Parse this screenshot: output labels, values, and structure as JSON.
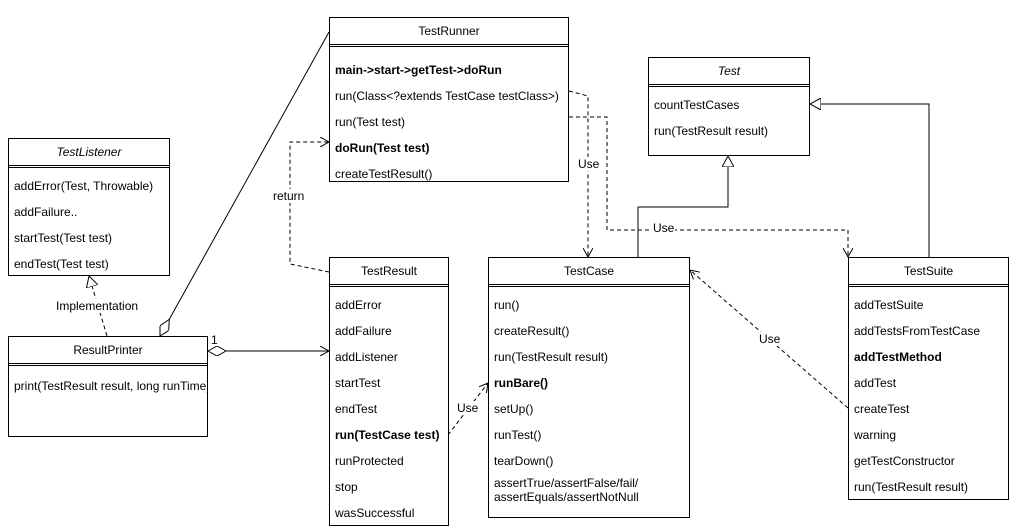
{
  "classes": {
    "test_runner": {
      "name": "TestRunner",
      "items": [
        {
          "text": "main->start->getTest->doRun",
          "bold": true
        },
        {
          "text": "run(Class<?extends TestCase testClass>)",
          "bold": false
        },
        {
          "text": "run(Test test)",
          "bold": false
        },
        {
          "text": "doRun(Test test)",
          "bold": true
        },
        {
          "text": "createTestResult()",
          "bold": false
        }
      ]
    },
    "test": {
      "name": "Test",
      "items": [
        {
          "text": "countTestCases",
          "bold": false
        },
        {
          "text": "run(TestResult result)",
          "bold": false
        }
      ]
    },
    "test_listener": {
      "name": "TestListener",
      "items": [
        {
          "text": "addError(Test, Throwable)",
          "bold": false
        },
        {
          "text": "addFailure..",
          "bold": false
        },
        {
          "text": "startTest(Test test)",
          "bold": false
        },
        {
          "text": "endTest(Test test)",
          "bold": false
        }
      ]
    },
    "result_printer": {
      "name": "ResultPrinter",
      "items": [
        {
          "text": "print(TestResult result, long runTime)",
          "bold": false
        }
      ]
    },
    "test_result": {
      "name": "TestResult",
      "items": [
        {
          "text": "addError",
          "bold": false
        },
        {
          "text": "addFailure",
          "bold": false
        },
        {
          "text": "addListener",
          "bold": false
        },
        {
          "text": "startTest",
          "bold": false
        },
        {
          "text": "endTest",
          "bold": false
        },
        {
          "text": "run(TestCase test)",
          "bold": true
        },
        {
          "text": "runProtected",
          "bold": false
        },
        {
          "text": "stop",
          "bold": false
        },
        {
          "text": "wasSuccessful",
          "bold": false
        }
      ]
    },
    "test_case": {
      "name": "TestCase",
      "items": [
        {
          "text": "run()",
          "bold": false
        },
        {
          "text": "createResult()",
          "bold": false
        },
        {
          "text": "run(TestResult result)",
          "bold": false
        },
        {
          "text": "runBare()",
          "bold": true
        },
        {
          "text": "setUp()",
          "bold": false
        },
        {
          "text": "runTest()",
          "bold": false
        },
        {
          "text": "tearDown()",
          "bold": false
        },
        {
          "text": "assertTrue/assertFalse/fail/ assertEquals/assertNotNull",
          "bold": false
        }
      ]
    },
    "test_suite": {
      "name": "TestSuite",
      "items": [
        {
          "text": "addTestSuite",
          "bold": false
        },
        {
          "text": "addTestsFromTestCase",
          "bold": false
        },
        {
          "text": "addTestMethod",
          "bold": true
        },
        {
          "text": "addTest",
          "bold": false
        },
        {
          "text": "createTest",
          "bold": false
        },
        {
          "text": "warning",
          "bold": false
        },
        {
          "text": "getTestConstructor",
          "bold": false
        },
        {
          "text": "run(TestResult result)",
          "bold": false
        }
      ]
    }
  },
  "labels": {
    "use_runner_case": "Use",
    "use_runner_suite": "Use",
    "use_suite_case": "Use",
    "use_result_case": "Use",
    "return": "return",
    "implementation": "Implementation",
    "multiplicity": "1"
  }
}
